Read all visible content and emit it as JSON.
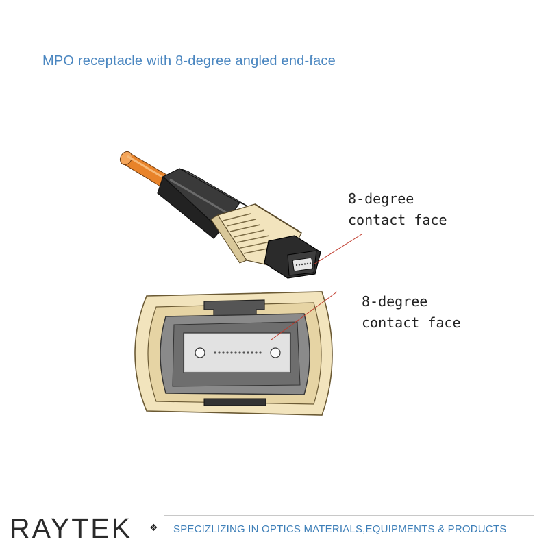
{
  "title": "MPO receptacle with 8-degree angled end-face",
  "callouts": {
    "top": {
      "line1": "8-degree",
      "line2": "contact face"
    },
    "bottom": {
      "line1": "8-degree",
      "line2": "contact face"
    }
  },
  "footer": {
    "logo": "RAYTEK",
    "tagline": "SPECIZLIZING IN OPTICS  MATERIALS,EQUIPMENTS & PRODUCTS"
  },
  "colors": {
    "title": "#4a86c0",
    "cable": "#e8832a",
    "housing": "#f2e4bd",
    "boot": "#3a3a3a",
    "tagline": "#3e7fb8"
  }
}
